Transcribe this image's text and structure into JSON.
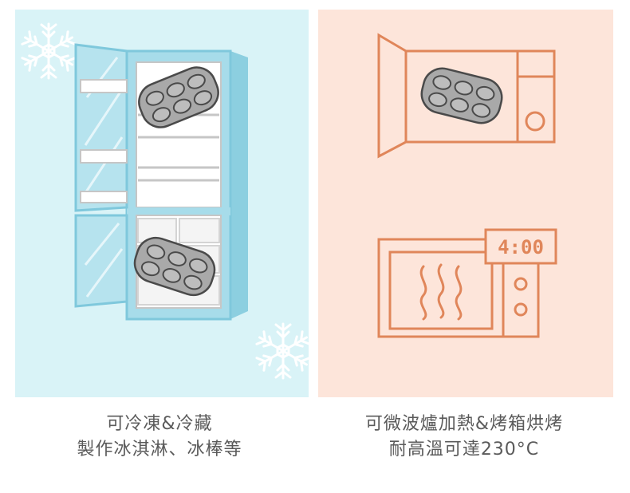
{
  "cold_panel": {
    "caption_line1": "可冷凍&冷藏",
    "caption_line2": "製作冰淇淋、冰棒等",
    "bg_color": "#d9f3f7",
    "icons": [
      "snowflake-icon",
      "refrigerator-icon",
      "muffin-tray-icon"
    ]
  },
  "hot_panel": {
    "caption_line1": "可微波爐加熱&烤箱烘烤",
    "caption_line2": "耐高溫可達230°C",
    "bg_color": "#fde5da",
    "oven_timer": "4:00",
    "icons": [
      "microwave-icon",
      "oven-icon",
      "heat-waves-icon",
      "muffin-tray-icon"
    ]
  },
  "colors": {
    "line_orange": "#e0865a",
    "fridge_blue": "#7fc8dc",
    "tray_gray": "#a9a9a9"
  }
}
